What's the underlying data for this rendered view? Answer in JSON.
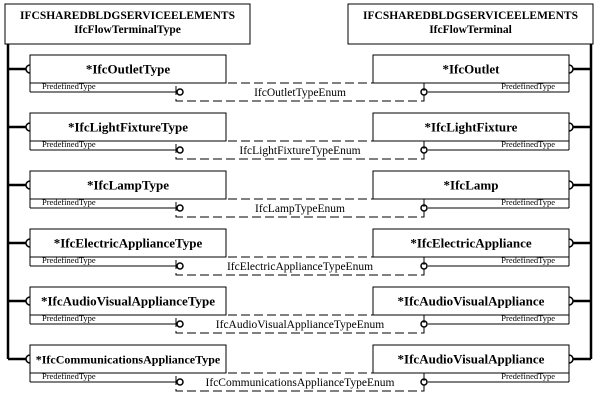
{
  "schema_left": {
    "line1": "IFCSHAREDBLDGSERVICEELEMENTS",
    "line2": "IfcFlowTerminalType"
  },
  "schema_right": {
    "line1": "IFCSHAREDBLDGSERVICEELEMENTS",
    "line2": "IfcFlowTerminal"
  },
  "attribute_label": "PredefinedType",
  "rows": [
    {
      "left": "*IfcOutletType",
      "right": "*IfcOutlet",
      "enum": "IfcOutletTypeEnum"
    },
    {
      "left": "*IfcLightFixtureType",
      "right": "*IfcLightFixture",
      "enum": "IfcLightFixtureTypeEnum"
    },
    {
      "left": "*IfcLampType",
      "right": "*IfcLamp",
      "enum": "IfcLampTypeEnum"
    },
    {
      "left": "*IfcElectricApplianceType",
      "right": "*IfcElectricAppliance",
      "enum": "IfcElectricApplianceTypeEnum"
    },
    {
      "left": "*IfcAudioVisualApplianceType",
      "right": "*IfcAudioVisualAppliance",
      "enum": "IfcAudioVisualApplianceTypeEnum"
    },
    {
      "left": "*IfcCommunicationsApplianceType",
      "right": "*IfcAudioVisualAppliance",
      "enum": "IfcCommunicationsApplianceTypeEnum"
    }
  ]
}
